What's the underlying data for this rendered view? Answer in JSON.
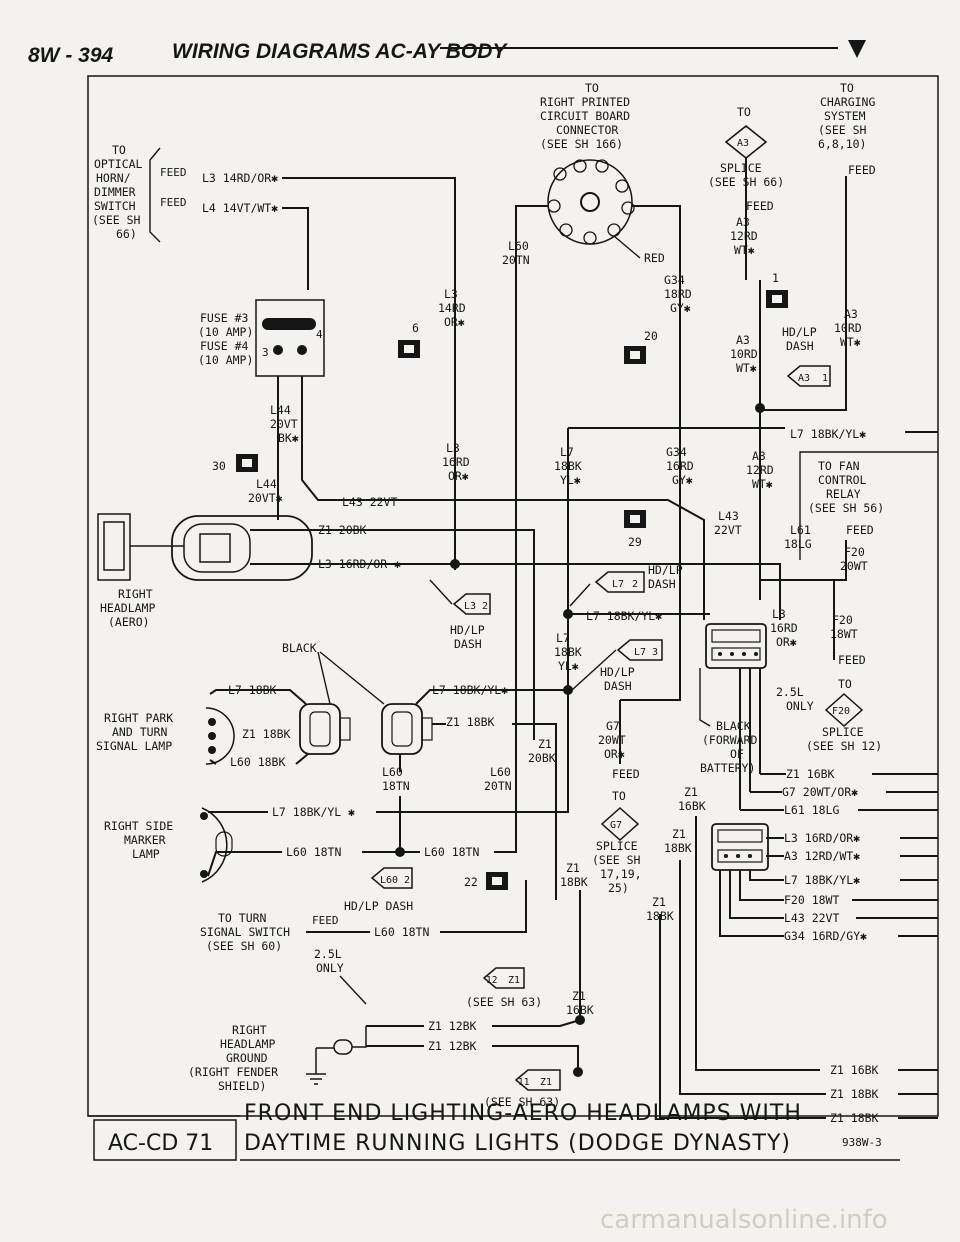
{
  "header": {
    "page": "8W - 394",
    "section": "WIRING DIAGRAMS AC-AY BODY"
  },
  "title": {
    "line1": "FRONT END LIGHTING-AERO HEADLAMPS WITH",
    "line2": "DAYTIME RUNNING LIGHTS (DODGE DYNASTY)",
    "code": "AC-CD 71",
    "fig": "938W-3"
  },
  "footer": {
    "watermark": "carmanualsonline.info"
  },
  "labels": {
    "to_pcb": [
      "TO",
      "RIGHT PRINTED",
      "CIRCUIT BOARD",
      "CONNECTOR",
      "(SEE SH 166)"
    ],
    "to_a3": "TO",
    "a3_tag": "A3",
    "splice_a3": [
      "SPLICE",
      "(SEE SH 66)"
    ],
    "feed": "FEED",
    "to_charging": [
      "TO",
      "CHARGING",
      "SYSTEM",
      "(SEE SH",
      "6,8,10)"
    ],
    "to_optical": [
      "TO",
      "OPTICAL",
      "HORN/",
      "DIMMER",
      "SWITCH",
      "(SEE SH",
      "66)"
    ],
    "wire_l3_14": "L3 14RD/OR✱",
    "wire_l4_14": "L4 14VT/WT✱",
    "fuse": [
      "FUSE #3",
      "(10 AMP)",
      "FUSE #4",
      "(10 AMP)"
    ],
    "fuse_pin3": "3",
    "fuse_pin4": "4",
    "l3_14rd": [
      "L3",
      "14RD",
      "OR✱"
    ],
    "pin6": "6",
    "l60_20tn": [
      "L60",
      "20TN"
    ],
    "red": "RED",
    "g34_18": [
      "G34",
      "18RD",
      "GY✱"
    ],
    "pin20": "20",
    "a3_12rd": [
      "A3",
      "12RD",
      "WT✱"
    ],
    "pin1": "1",
    "a3_10rd_l": [
      "A3",
      "10RD",
      "WT✱"
    ],
    "hdlp_dash": [
      "HD/LP",
      "DASH"
    ],
    "a3_1": "A3",
    "a3_1n": "1",
    "a3_10rd_r": [
      "A3",
      "10RD",
      "WT✱"
    ],
    "l44_20": [
      "L44",
      "20VT",
      "BK✱"
    ],
    "pin30": "30",
    "l44_20b": [
      "L44",
      "20VT✱"
    ],
    "l3_16rd": [
      "L3",
      "16RD",
      "OR✱"
    ],
    "l7_18bk_bus": "L7 18BK/YL✱",
    "l7_18bk": [
      "L7",
      "18BK",
      "YL✱"
    ],
    "g34_16": [
      "G34",
      "16RD",
      "GY✱"
    ],
    "a3_12rd_b": [
      "A3",
      "12RD",
      "WT✱"
    ],
    "to_fan": [
      "TO FAN",
      "CONTROL",
      "RELAY",
      "(SEE SH 56)"
    ],
    "l43_22vt": "L43 22VT",
    "l43_b": [
      "L43",
      "22VT"
    ],
    "l61_18lg": [
      "L61",
      "18LG"
    ],
    "f20_20wt": [
      "F20",
      "20WT"
    ],
    "z1_20bk": "Z1 20BK",
    "pin29": "29",
    "hdlp_dash_l7": [
      "HD/LP",
      "DASH"
    ],
    "l7_2": "L7",
    "l7_2n": "2",
    "l3_16rd_or": "L3 16RD/OR ✱",
    "right_headlamp": [
      "RIGHT",
      "HEADLAMP",
      "(AERO)"
    ],
    "l3_2": "L3",
    "l3_2n": "2",
    "l7_18bk_yl": "L7 18BK/YL✱",
    "l3_16rd_b": [
      "L3",
      "16RD",
      "OR✱"
    ],
    "f20_18wt": [
      "F20",
      "18WT"
    ],
    "black": "BLACK",
    "l7_3": "L7",
    "l7_3n": "3",
    "l7_18bk_c": [
      "L7",
      "18BK",
      "YL✱"
    ],
    "hdlp_dash_3": [
      "HD/LP",
      "DASH"
    ],
    "to_f20": [
      "2.5L",
      "ONLY"
    ],
    "f20": "F20",
    "splice_f20": [
      "SPLICE",
      "(SEE SH 12)"
    ],
    "l7_18bk_p": "L7 18BK",
    "l7_18bk_yl2": "L7 18BK/YL✱",
    "right_park": [
      "RIGHT PARK",
      "AND TURN",
      "SIGNAL LAMP"
    ],
    "z1_18bk": "Z1 18BK",
    "z1_18bk_b": "Z1 18BK",
    "l60_18bk": "L60 18BK",
    "z1_20bk_b": [
      "Z1",
      "20BK"
    ],
    "l60_18tn": [
      "L60",
      "18TN"
    ],
    "l60_20tn_b": [
      "L60",
      "20TN"
    ],
    "g7_20wt": [
      "G7",
      "20WT",
      "OR✱"
    ],
    "black_fwd": [
      "BLACK",
      "(FORWARD",
      "OF",
      "BATTERY)"
    ],
    "z1_16bk": "Z1 16BK",
    "g7_20wt_or": "G7 20WT/OR✱",
    "l61_18lg_r": "L61 18LG",
    "z1_16bk_b": [
      "Z1",
      "16BK"
    ],
    "g7": "G7",
    "right_side": [
      "RIGHT SIDE",
      "MARKER",
      "LAMP"
    ],
    "l7_18bk_yl3": "L7 18BK/YL ✱",
    "splice_g7": [
      "SPLICE",
      "(SEE SH",
      "17,19,",
      "25)"
    ],
    "z1_18bk_c": [
      "Z1",
      "18BK"
    ],
    "z1_18bk_d": [
      "Z1",
      "18BK"
    ],
    "z1_18bk_e": [
      "Z1",
      "18BK"
    ],
    "l3_16rd_or2": "L3 16RD/OR✱",
    "a3_12rd_wt": "A3 12RD/WT✱",
    "l7_18bk_yl4": "L7 18BK/YL✱",
    "f20_18wt_r": "F20 18WT",
    "l43_22vt_r": "L43 22VT",
    "g34_16rd": "G34 16RD/GY✱",
    "l60_18tn_a": "L60 18TN",
    "l60_18tn_b": "L60 18TN",
    "l60_2": "L60",
    "l60_2n": "2",
    "pin22": "22",
    "hdlp_dash_b": "HD/LP DASH",
    "to_turn": [
      "TO TURN",
      "SIGNAL SWITCH",
      "(SEE SH 60)"
    ],
    "l60_18tn_c": "L60 18TN",
    "l60_2_5l": [
      "2.5L",
      "ONLY"
    ],
    "z1_12": "Z1",
    "z1_12n": "12",
    "see_sh63": "(SEE SH 63)",
    "z1_16bk_c": [
      "Z1",
      "16BK"
    ],
    "z1_12bk_a": "Z1 12BK",
    "z1_12bk_b": "Z1 12BK",
    "rh_ground": [
      "RIGHT",
      "HEADLAMP",
      "GROUND",
      "(RIGHT FENDER",
      "SHIELD)"
    ],
    "z1_11": "Z1",
    "z1_11n": "11",
    "see_sh63b": "(SEE SH 63)",
    "z1_16bk_r": "Z1 16BK",
    "z1_18bk_r1": "Z1 18BK",
    "z1_18bk_r2": "Z1 18BK"
  }
}
